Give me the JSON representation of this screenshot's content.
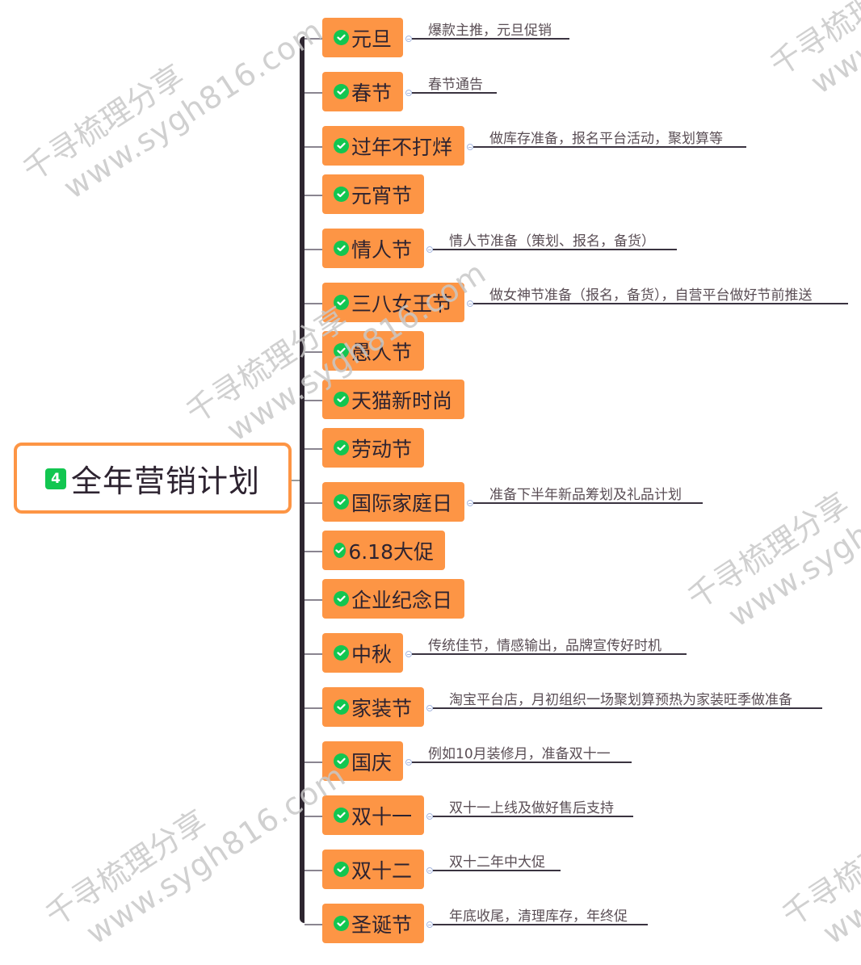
{
  "watermark": {
    "line1": "千寻梳理分享",
    "line2": "www.sygh816.com"
  },
  "root": {
    "badge": "4",
    "title": "全年营销计划",
    "border_color": "#fd9545",
    "badge_color": "#12c650"
  },
  "colors": {
    "node_bg": "#fd9545",
    "check": "#12c650",
    "spine": "#2e2630",
    "text": "#2d2330"
  },
  "nodes": [
    {
      "label": "元旦",
      "note": "爆款主推，元旦促销"
    },
    {
      "label": "春节",
      "note": "春节通告"
    },
    {
      "label": "过年不打烊",
      "note": "做库存准备，报名平台活动，聚划算等"
    },
    {
      "label": "元宵节",
      "note": ""
    },
    {
      "label": "情人节",
      "note": "情人节准备（策划、报名，备货）"
    },
    {
      "label": "三八女王节",
      "note": "做女神节准备（报名，备货），自营平台做好节前推送"
    },
    {
      "label": "愚人节",
      "note": ""
    },
    {
      "label": "天猫新时尚",
      "note": ""
    },
    {
      "label": "劳动节",
      "note": ""
    },
    {
      "label": "国际家庭日",
      "note": "准备下半年新品筹划及礼品计划"
    },
    {
      "label": "6.18大促",
      "note": ""
    },
    {
      "label": "企业纪念日",
      "note": ""
    },
    {
      "label": "中秋",
      "note": "传统佳节，情感输出，品牌宣传好时机"
    },
    {
      "label": "家装节",
      "note": "淘宝平台店，月初组织一场聚划算预热为家装旺季做准备"
    },
    {
      "label": "国庆",
      "note": "例如10月装修月，准备双十一"
    },
    {
      "label": "双十一",
      "note": "双十一上线及做好售后支持"
    },
    {
      "label": "双十二",
      "note": "双十二年中大促"
    },
    {
      "label": "圣诞节",
      "note": "年底收尾，清理库存，年终促"
    }
  ]
}
